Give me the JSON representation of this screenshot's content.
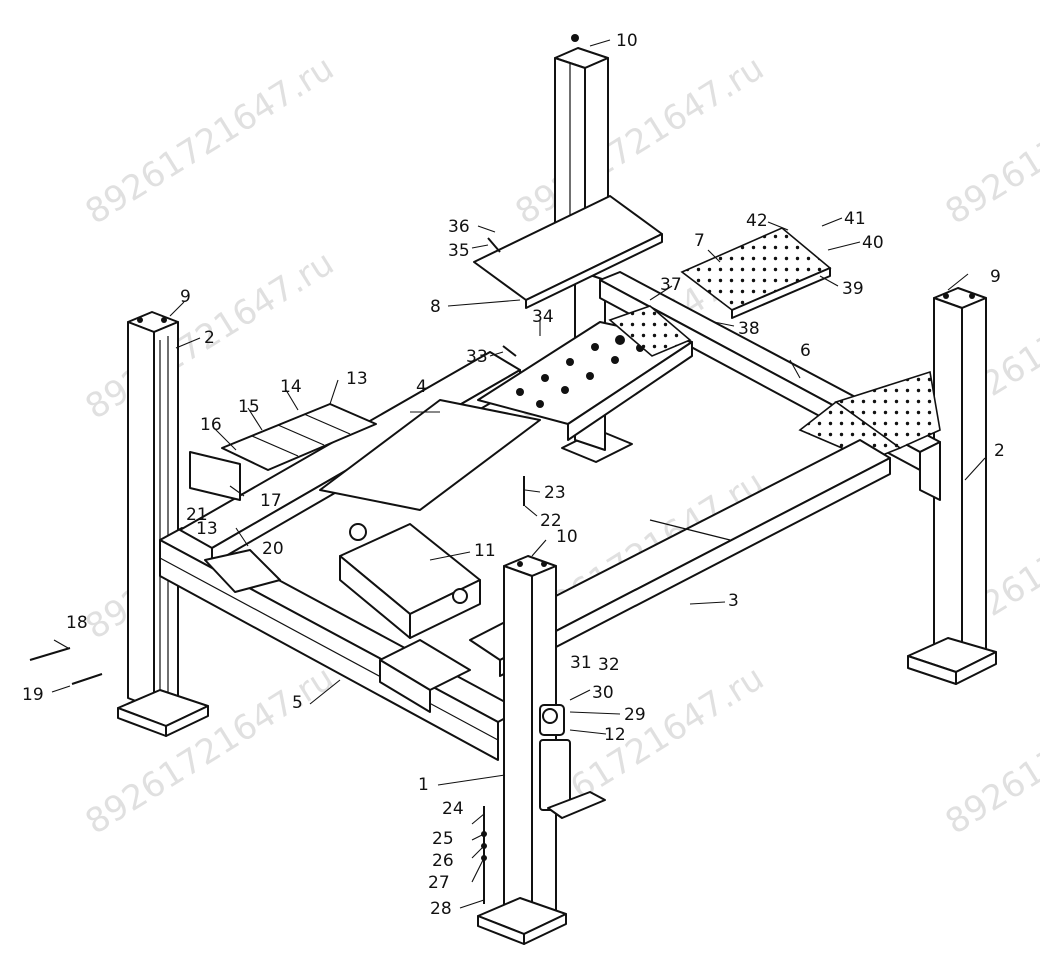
{
  "watermark": {
    "text": "89261721647.ru"
  },
  "callouts": [
    {
      "id": "c1",
      "text": "1"
    },
    {
      "id": "c2a",
      "text": "2"
    },
    {
      "id": "c2b",
      "text": "2"
    },
    {
      "id": "c3",
      "text": "3"
    },
    {
      "id": "c4",
      "text": "4"
    },
    {
      "id": "c5",
      "text": "5"
    },
    {
      "id": "c6",
      "text": "6"
    },
    {
      "id": "c7",
      "text": "7"
    },
    {
      "id": "c8",
      "text": "8"
    },
    {
      "id": "c9a",
      "text": "9"
    },
    {
      "id": "c9b",
      "text": "9"
    },
    {
      "id": "c10a",
      "text": "10"
    },
    {
      "id": "c10b",
      "text": "10"
    },
    {
      "id": "c11",
      "text": "11"
    },
    {
      "id": "c12",
      "text": "12"
    },
    {
      "id": "c13a",
      "text": "13"
    },
    {
      "id": "c13b",
      "text": "13"
    },
    {
      "id": "c14",
      "text": "14"
    },
    {
      "id": "c15",
      "text": "15"
    },
    {
      "id": "c16",
      "text": "16"
    },
    {
      "id": "c17",
      "text": "17"
    },
    {
      "id": "c18",
      "text": "18"
    },
    {
      "id": "c19",
      "text": "19"
    },
    {
      "id": "c20",
      "text": "20"
    },
    {
      "id": "c21",
      "text": "21"
    },
    {
      "id": "c22",
      "text": "22"
    },
    {
      "id": "c23",
      "text": "23"
    },
    {
      "id": "c24",
      "text": "24"
    },
    {
      "id": "c25",
      "text": "25"
    },
    {
      "id": "c26",
      "text": "26"
    },
    {
      "id": "c27",
      "text": "27"
    },
    {
      "id": "c28",
      "text": "28"
    },
    {
      "id": "c29",
      "text": "29"
    },
    {
      "id": "c30",
      "text": "30"
    },
    {
      "id": "c31",
      "text": "31"
    },
    {
      "id": "c32",
      "text": "32"
    },
    {
      "id": "c33",
      "text": "33"
    },
    {
      "id": "c34",
      "text": "34"
    },
    {
      "id": "c35",
      "text": "35"
    },
    {
      "id": "c36",
      "text": "36"
    },
    {
      "id": "c37",
      "text": "37"
    },
    {
      "id": "c38",
      "text": "38"
    },
    {
      "id": "c39",
      "text": "39"
    },
    {
      "id": "c40",
      "text": "40"
    },
    {
      "id": "c41",
      "text": "41"
    },
    {
      "id": "c42",
      "text": "42"
    }
  ]
}
